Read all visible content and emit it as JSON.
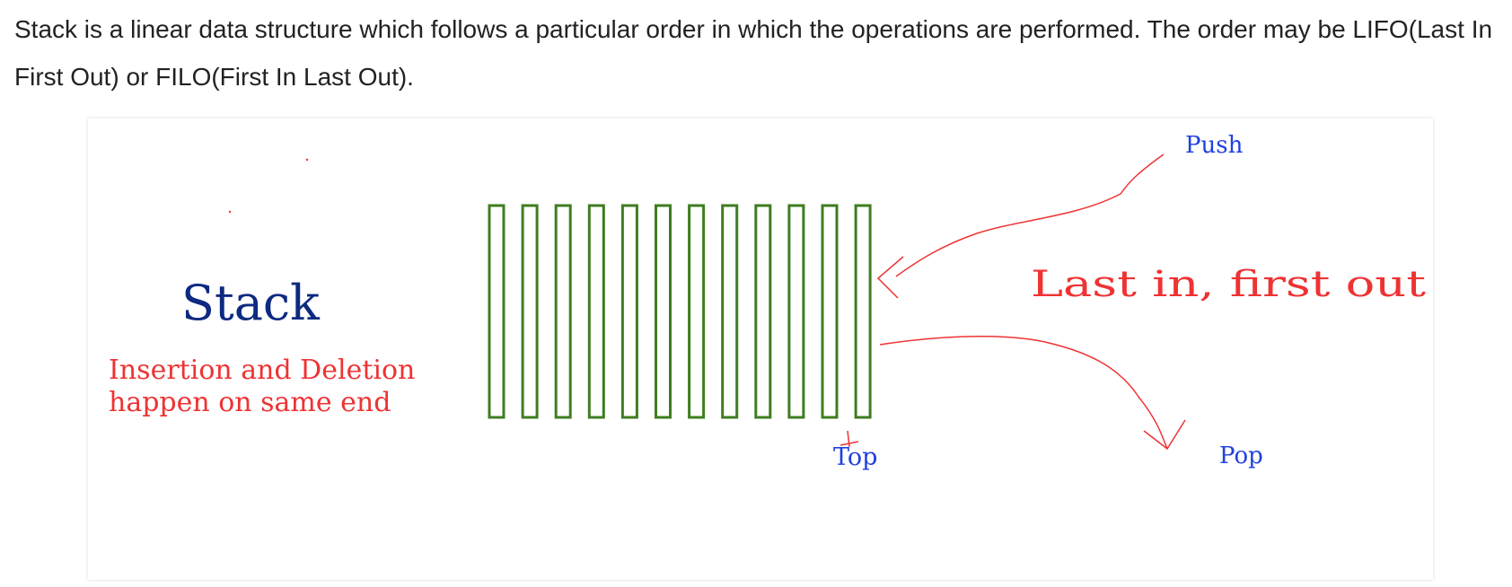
{
  "intro": {
    "text": "Stack is a linear data structure which follows a particular order in which the operations are performed. The order may be LIFO(Last In First Out) or FILO(First In Last Out)."
  },
  "diagram": {
    "title": "Stack",
    "subtitle_line1": "Insertion and Deletion",
    "subtitle_line2": "happen on same end",
    "push_label": "Push",
    "pop_label": "Pop",
    "top_label": "Top",
    "lifo_label": "Last in, first out",
    "slot_count": 12,
    "colors": {
      "title": "#0d2a80",
      "subtitle": "#ee3333",
      "slots": "#3f7d20",
      "labels_blue": "#2040e0",
      "arrows": "#ee3333",
      "lifo": "#ee3333"
    }
  }
}
